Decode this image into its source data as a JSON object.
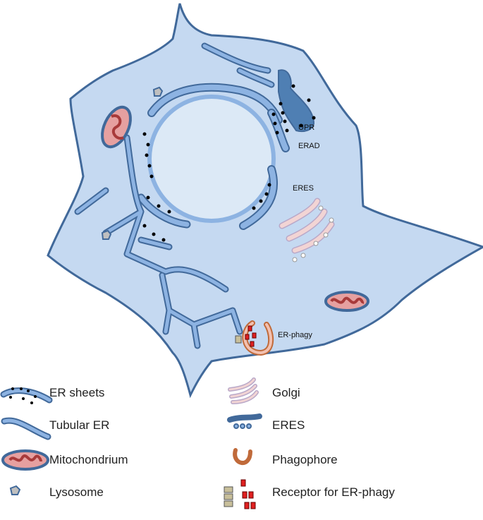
{
  "labels": {
    "upr": "UPR",
    "erad": "ERAD",
    "eres": "ERES",
    "er_phagy": "ER-phagy"
  },
  "legend": [
    {
      "label": "ER sheets"
    },
    {
      "label": "Tubular ER"
    },
    {
      "label": "Mitochondrium"
    },
    {
      "label": "Lysosome"
    },
    {
      "label": "Golgi"
    },
    {
      "label": "ERES"
    },
    {
      "label": "Phagophore"
    },
    {
      "label": "Receptor for ER-phagy"
    }
  ],
  "colors": {
    "cytoplasm": "#c5d9f1",
    "outline": "#41699a",
    "er_fill": "#8db3e2",
    "nucleus": "#dce9f6",
    "mito_fill": "#e6a0a0",
    "mito_inner": "#a83a3a",
    "golgi": "#f2d4d4",
    "phagophore": "#e8a98a",
    "receptor": "#e02020"
  }
}
